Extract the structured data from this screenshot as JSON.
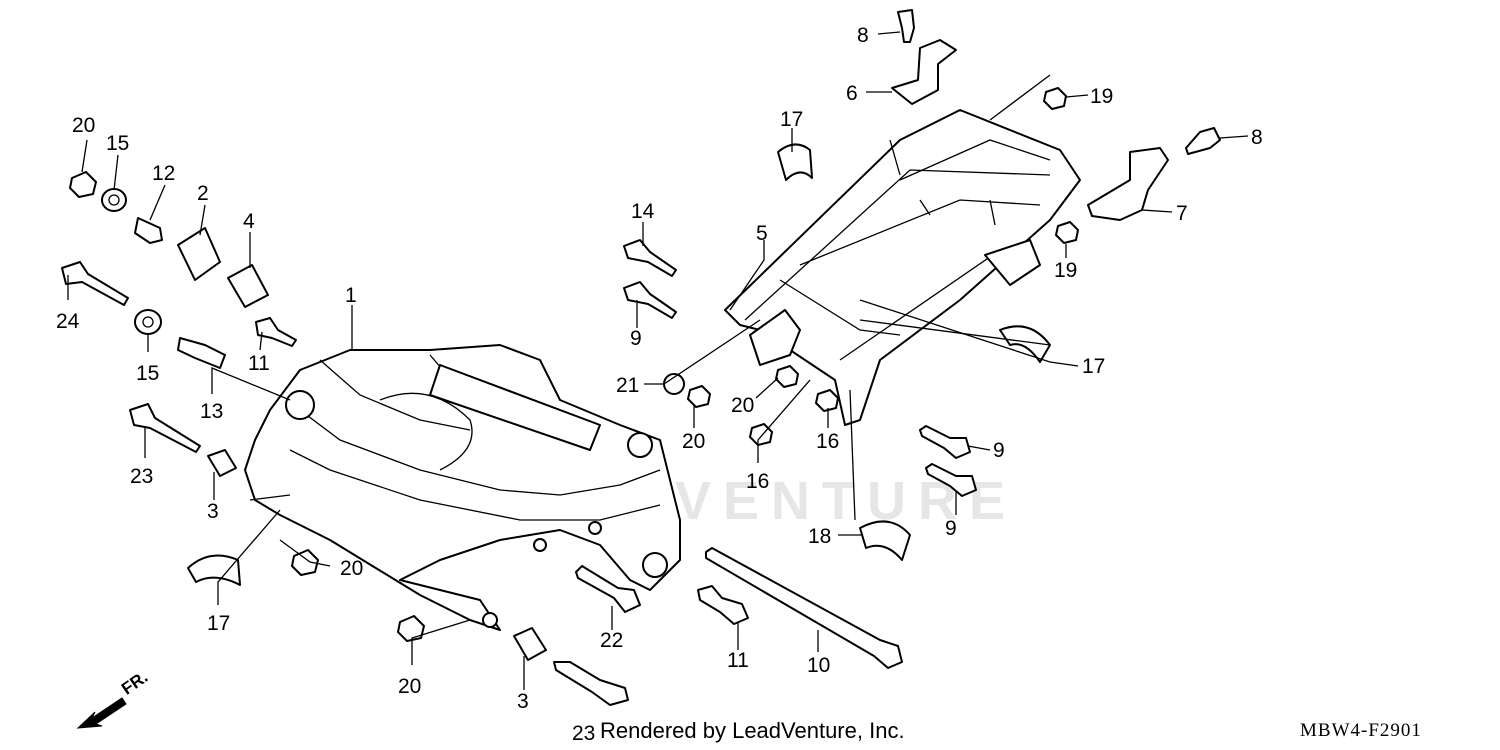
{
  "watermark": "LEADVENTURE",
  "footer": "Rendered by LeadVenture, Inc.",
  "diagram_code": "MBW4-F2901",
  "front_indicator": "FR.",
  "callouts": [
    "20",
    "15",
    "12",
    "2",
    "4",
    "1",
    "24",
    "15",
    "11",
    "13",
    "23",
    "3",
    "20",
    "17",
    "20",
    "3",
    "23",
    "22",
    "11",
    "10",
    "14",
    "9",
    "21",
    "20",
    "20",
    "16",
    "16",
    "5",
    "17",
    "17",
    "18",
    "9",
    "9",
    "6",
    "8",
    "19",
    "8",
    "7",
    "19"
  ]
}
